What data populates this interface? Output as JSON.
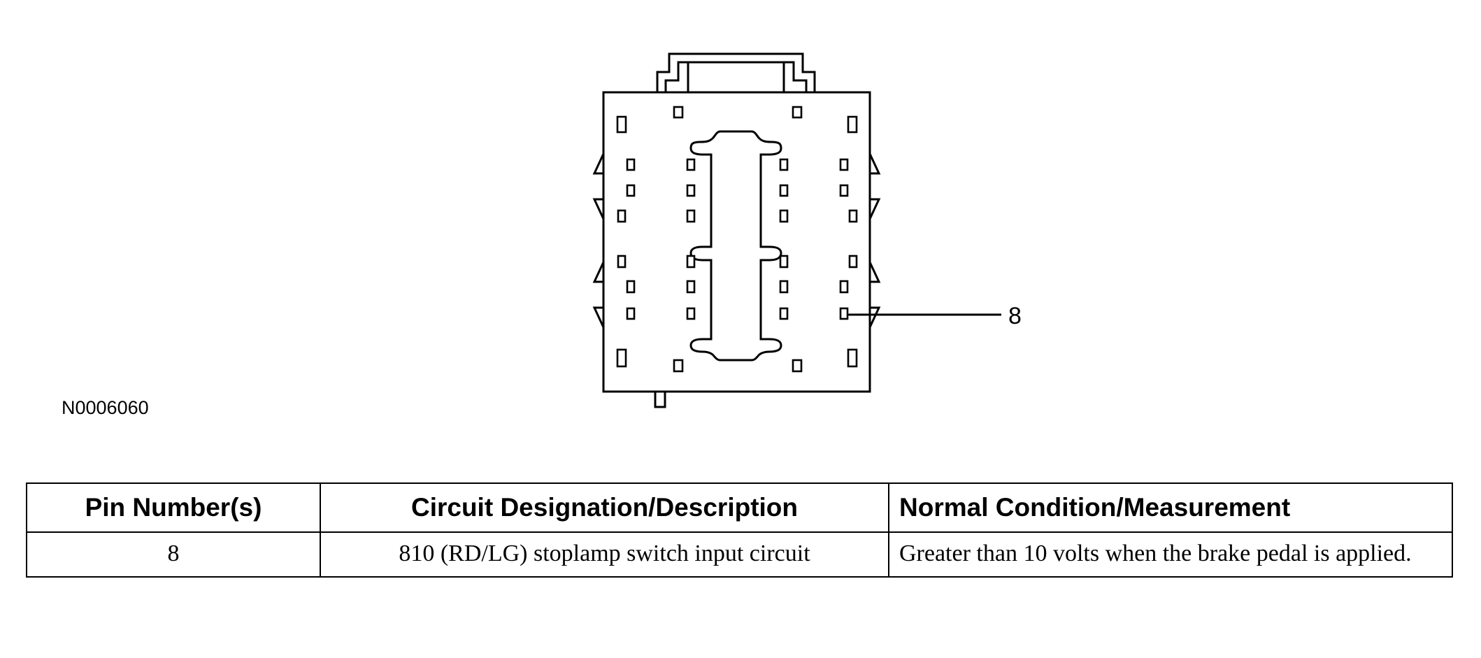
{
  "figure_id": "N0006060",
  "callout_label": "8",
  "table": {
    "headers": [
      "Pin Number(s)",
      "Circuit Designation/Description",
      "Normal Condition/Measurement"
    ],
    "rows": [
      {
        "pin": "8",
        "circuit": "810 (RD/LG) stoplamp switch input circuit",
        "condition": "Greater than 10 volts when the brake pedal is applied."
      }
    ]
  }
}
